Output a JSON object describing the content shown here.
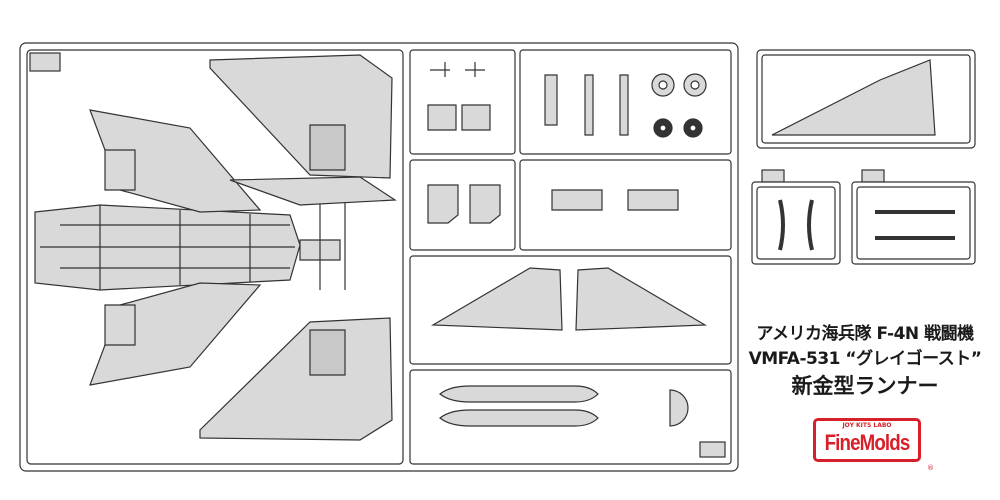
{
  "caption": {
    "line1": "アメリカ海兵隊 F-4N 戦闘機",
    "line2": "VMFA-531 “グレイゴースト”",
    "line3": "新金型ランナー"
  },
  "logo": {
    "tagline": "JOY KITS LABO",
    "name": "FineMolds",
    "registered": "®",
    "color": "#d8202a"
  },
  "colors": {
    "part_fill": "#d9d9d9",
    "outline": "#333333",
    "runner": "#ffffff"
  }
}
